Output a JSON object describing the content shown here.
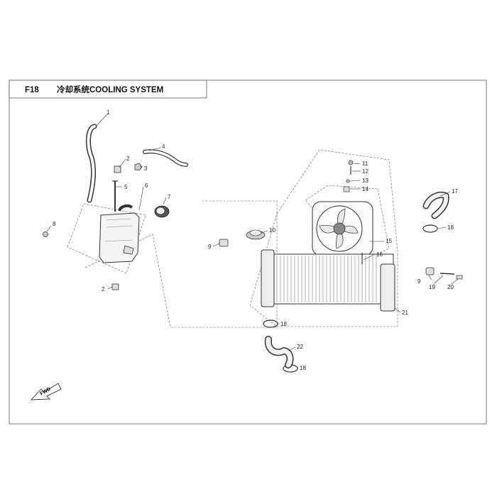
{
  "header": {
    "title_code": "F18",
    "title_text": "冷却系统COOLING SYSTEM"
  },
  "fwd_marker": {
    "label": "FWD"
  },
  "callouts": {
    "c1": "1",
    "c2a": "2",
    "c2b": "2",
    "c3": "3",
    "c4": "4",
    "c5": "5",
    "c6": "6",
    "c7": "7",
    "c8": "8",
    "c9a": "9",
    "c9b": "9",
    "c10": "10",
    "c11": "11",
    "c12": "12",
    "c13": "13",
    "c14": "14",
    "c15": "15",
    "c16": "16",
    "c17": "17",
    "c18a": "18",
    "c18b": "18",
    "c18c": "18",
    "c19": "19",
    "c20": "20",
    "c21": "21",
    "c22": "22"
  },
  "parts": {
    "p1": "coolant hose",
    "p4": "hose",
    "p5": "bolt",
    "p6": "reservoir bracket",
    "p7": "reservoir cap",
    "p8": "screw",
    "p10": "radiator cap",
    "p15": "cooling fan",
    "p17": "upper radiator hose",
    "p21": "radiator",
    "p22": "lower radiator hose"
  }
}
